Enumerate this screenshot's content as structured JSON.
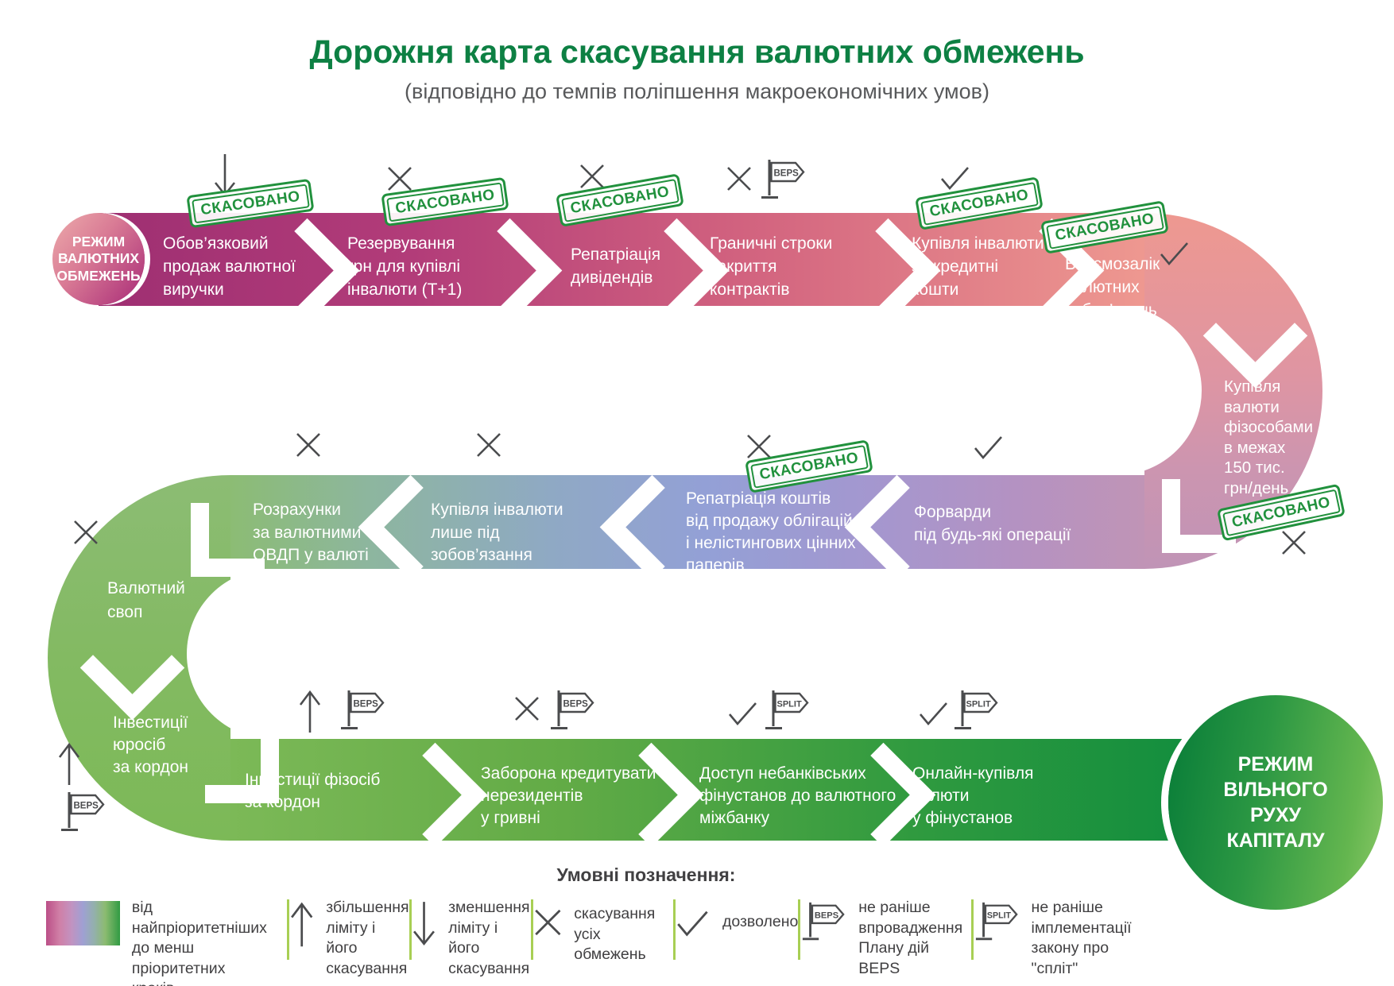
{
  "title": "Дорожня карта скасування валютних обмежень",
  "subtitle": "(відповідно до темпів поліпшення макроекономічних умов)",
  "start": "РЕЖИМ\nВАЛЮТНИХ\nОБМЕЖЕНЬ",
  "end": "РЕЖИМ\nВІЛЬНОГО\nРУХУ\nКАПІТАЛУ",
  "stamp": "СКАСОВАНО",
  "flags": {
    "beps": "BEPS",
    "split": "SPLIT"
  },
  "steps": {
    "s1": "Обов’язковий\nпродаж валютної\nвиручки",
    "s2": "Резервування\nгрн для купівлі\nінвалюти (Т+1)",
    "s3": "Репатріація\nдивідендів",
    "s4": "Граничні строки\nзакриття\nконтрактів",
    "s5": "Купівля інвалюти\nза кредитні\nкошти",
    "s6": "Взаємозалік\nвалютних\nзобов’язань",
    "s7": "Купівля\nвалюти\nфізособами\nв межах\n150 тис.\nгрн/день",
    "s8": "Форварди\nпід будь-які операції",
    "s9": "Репатріація коштів\nвід продажу облігацій\nі нелістингових цінних\nпаперів",
    "s10": "Купівля інвалюти\nлише під\nзобов’язання",
    "s11": "Розрахунки\nза валютними\nОВДП у валюті",
    "s12": "Валютний\nсвоп",
    "s13": "Інвестиції\nюросіб\nза кордон",
    "s14": "Інвестиції фізосіб\nза кордон",
    "s15": "Заборона кредитувати\nнерезидентів\nу гривні",
    "s16": "Доступ небанківських\nфінустанов до валютного\nміжбанку",
    "s17": "Онлайн-купівля\nвалюти\nу фінустанов"
  },
  "legend": {
    "heading": "Умовні позначення:",
    "items": [
      {
        "label": "від найпріоритетніших\nдо менш пріоритетних\nкроків"
      },
      {
        "label": "збільшення\nліміту і його\nскасування"
      },
      {
        "label": "зменшення\nліміту і його\nскасування"
      },
      {
        "label": "скасування\nусіх  обмежень"
      },
      {
        "label": "дозволено"
      },
      {
        "label": "не раніше\nвпровадження\nПлану дій BEPS"
      },
      {
        "label": "не раніше\nімплементації\nзакону про \"спліт\""
      }
    ]
  }
}
